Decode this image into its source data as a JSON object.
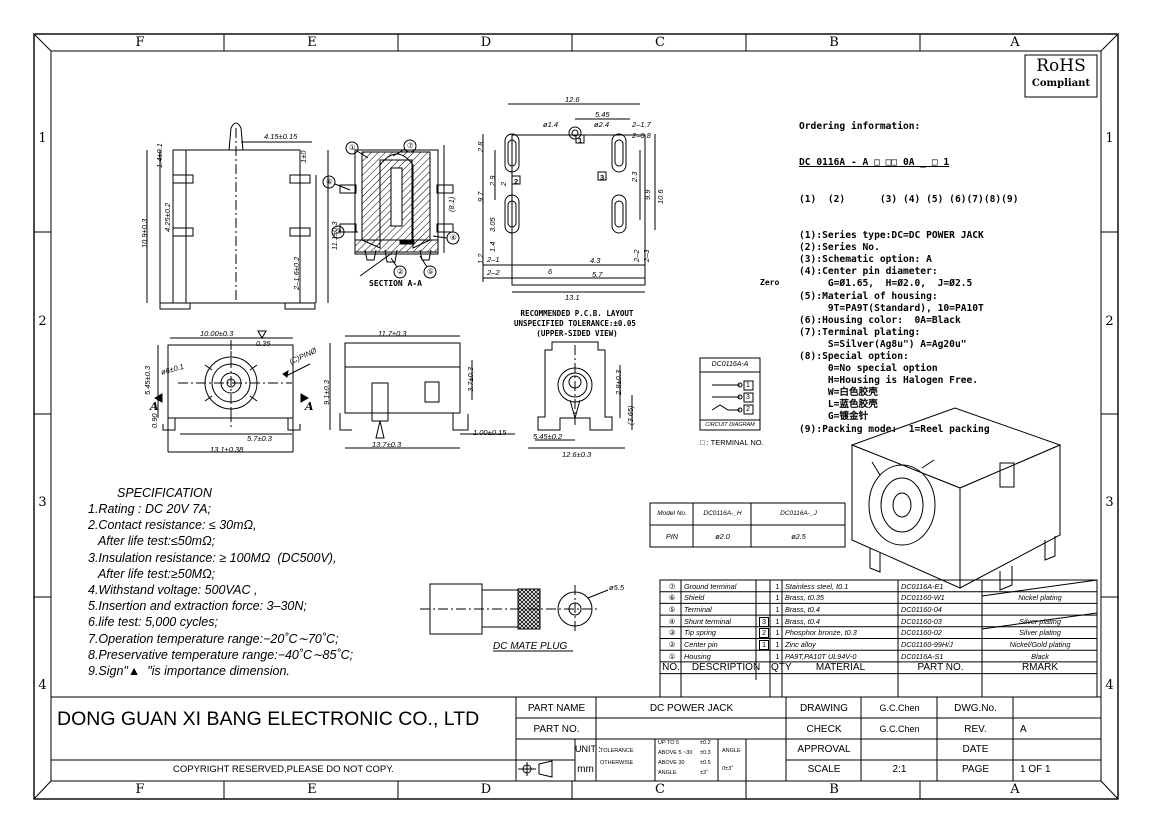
{
  "zones": {
    "top": [
      "F",
      "E",
      "D",
      "C",
      "B",
      "A"
    ],
    "side": [
      "1",
      "2",
      "3",
      "4"
    ]
  },
  "rohs": {
    "line1": "RoHS",
    "line2": "Compliant"
  },
  "ordering": {
    "title": "Ordering information:",
    "code": "DC 0116A - A □ □□ 0A _ □ 1",
    "code_index": "(1)  (2)      (3) (4) (5) (6)(7)(8)(9)",
    "lines": [
      "(1):Series type:DC=DC POWER JACK",
      "(2):Series No.",
      "(3):Schematic option: A",
      "(4):Center pin diameter:",
      "     G=Ø1.65,  H=Ø2.0,  J=Ø2.5",
      "(5):Material of housing:",
      "     9T=PA9T(Standard), 10=PA10T",
      "(6):Housing color:  0A=Black",
      "(7):Terminal plating:",
      "     S=Silver(Ag8u\") A=Ag20u\"",
      "(8):Special option:",
      "     0=No special option",
      "     H=Housing is Halogen Free.",
      "     W=白色胶壳",
      "     L=蓝色胶壳",
      "     G=镀金针",
      "(9):Packing mode:  1=Reel packing"
    ],
    "zero_label": "Zero"
  },
  "specification": {
    "title": "SPECIFICATION",
    "lines": [
      "1.Rating : DC 20V 7A;",
      "2.Contact resistance: ≤ 30mΩ,",
      "   After life test:≤50mΩ;",
      "3.Insulation resistance: ≥ 100MΩ  (DC500V),",
      "   After life test:≥50MΩ;",
      "4.Withstand voltage: 500VAC ,",
      "5.Insertion and extraction force: 3–30N;",
      "6.life test: 5,000 cycles;",
      "7.Operation temperature range:−20˚C∼70˚C;",
      "8.Preservative temperature range:−40˚C∼85˚C;",
      "9.Sign\"▲  \"is importance dimension."
    ]
  },
  "labels": {
    "section": "SECTION A-A",
    "pcb_title": "RECOMMENDED P.C.B. LAYOUT",
    "pcb_tol": "UNSPECIFIED TOLERANCE:±0.05",
    "pcb_view": "(UPPER-SIDED VIEW)",
    "mate_plug": "DC MATE PLUG",
    "circuit_title": "DC0116A-A",
    "circuit_caption": "CIRCUIT DIAGRAM",
    "terminal_no": "□ : TERMINAL NO.",
    "section_a": "A"
  },
  "dims": {
    "d_415": "4.15±0.15",
    "d_14": "1.4±0.1",
    "d_10": "1±0",
    "d_425": "4.25±0.2",
    "d_109": "10.9±0.3",
    "d_111": "11.1±0.3",
    "d_816": "(8.1)",
    "d_216": "2–1.6±0.2",
    "d_126": "12.6",
    "d_545": "5.45",
    "d_24": "ø2.4",
    "d_14b": "ø1.4",
    "d_217": "2–1.7",
    "d_208": "2–0.8",
    "d_28": "2.8",
    "d_97": "9.7",
    "d_29": "2.9",
    "d_20": "2",
    "d_23": "2.3",
    "d_99": "9.9",
    "d_106": "10.6",
    "d_305": "3.05",
    "d_14c": "1.4",
    "d_12": "1.2",
    "d_21a": "2–1",
    "d_22": "2–2",
    "d_6": "6",
    "d_43": "4.3",
    "d_57": "5.7",
    "d_131": "13.1",
    "d_22b": "2–2",
    "d_23b": "2–3",
    "d_1000": "10.00±0.3",
    "d_035": "0.35",
    "d_cpin": "(C)PINØ",
    "d_545b": "5.45±0.3",
    "d_6b": "ø6±0.1",
    "d_090": "0.90",
    "d_57b": "5.7±0.3",
    "d_131b": "13.1±0.38",
    "d_117": "11.7±0.3",
    "d_91": "9.1±0.3",
    "d_37": "3.7±0.3",
    "d_137": "13.7±0.3",
    "d_100": "1.00±0.15",
    "d_545c": "5.45±0.2",
    "d_28b": "2.8±0.3",
    "d_365": "(3.65)",
    "d_126b": "12.6±0.3",
    "d_55": "ø5.5"
  },
  "model_table": {
    "headers": [
      "Model No.",
      "DC0116A-_H",
      "DC0116A-_J"
    ],
    "row": [
      "PIN",
      "ø2.0",
      "ø2.5"
    ]
  },
  "bom": {
    "rows": [
      [
        "⑦",
        "Ground terminal",
        "",
        "1",
        "Stainless steel, t0.1",
        "DC0116A-E1",
        ""
      ],
      [
        "⑥",
        "Shield",
        "",
        "1",
        "Brass, t0.35",
        "DC01160-W1",
        "Nickel plating"
      ],
      [
        "⑤",
        "Terminal",
        "",
        "1",
        "Brass, t0.4",
        "DC01160-04",
        ""
      ],
      [
        "④",
        "Shunt terminal",
        "3",
        "1",
        "Brass, t0.4",
        "DC01160-03",
        "Silver plating"
      ],
      [
        "③",
        "Tip spring",
        "2",
        "1",
        "Phosphor bronze, t0.3",
        "DC01160-02",
        "Silver plating"
      ],
      [
        "②",
        "Center pin",
        "1",
        "1",
        "Zinc alloy",
        "DC01160-99H/J",
        "Nickel/Gold plating"
      ],
      [
        "①",
        "Housing",
        "",
        "1",
        "PA9T,PA10T UL94V-0",
        "DC0116A-S1",
        "Black"
      ]
    ],
    "header": [
      "NO.",
      "DESCRIPTION",
      "QTY",
      "MATERIAL",
      "PART NO.",
      "RMARK"
    ]
  },
  "title_block": {
    "company": "DONG GUAN XI BANG ELECTRONIC CO., LTD",
    "copyright": "COPYRIGHT RESERVED,PLEASE DO NOT COPY.",
    "part_name_label": "PART NAME",
    "part_name": "DC POWER JACK",
    "part_no_label": "PART NO.",
    "unit_label": "UNIT :",
    "unit": "mm",
    "tolerance_label": "TOLERANCE",
    "otherwise_label": "OTHERWISE",
    "tol_rows": [
      [
        "UP TO 5",
        "±0.2"
      ],
      [
        "ABOVE 5 ~30",
        "±0.3"
      ],
      [
        "ABOVE 30",
        "±0.5"
      ],
      [
        "ANGLE",
        "±3˚"
      ]
    ],
    "angle_label": "ANGLE",
    "angle_value": "0±3˚",
    "drawing_label": "DRAWING",
    "drawing_by": "G.C.Chen",
    "check_label": "CHECK",
    "check_by": "G.C.Chen",
    "approval_label": "APPROVAL",
    "scale_label": "SCALE",
    "scale": "2:1",
    "dwg_label": "DWG.No.",
    "rev_label": "REV.",
    "rev": "A",
    "date_label": "DATE",
    "page_label": "PAGE",
    "page": "1 OF 1"
  }
}
